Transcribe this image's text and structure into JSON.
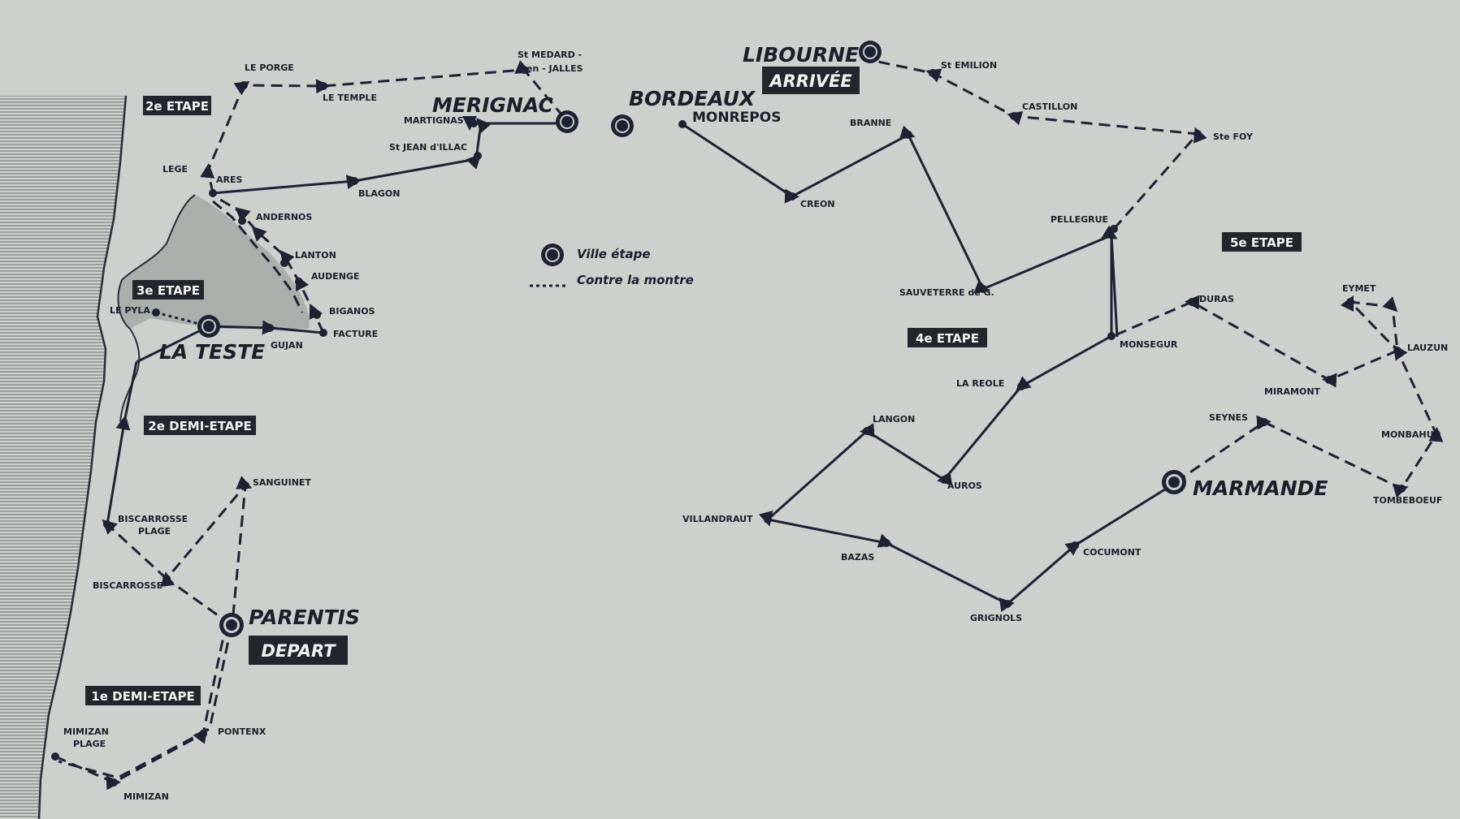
{
  "legend": {
    "ville_etape": "Ville étape",
    "contre_la_montre": "Contre la montre"
  },
  "stages": {
    "etape_2": "2e ETAPE",
    "etape_3": "3e ETAPE",
    "etape_4": "4e ETAPE",
    "etape_5": "5e ETAPE",
    "demi_etape_1": "1e DEMI-ETAPE",
    "demi_etape_2": "2e DEMI-ETAPE"
  },
  "badges": {
    "depart": "DEPART",
    "arrivee": "ARRIVÉE"
  },
  "cities_major": {
    "merignac": "MERIGNAC",
    "bordeaux": "BORDEAUX",
    "libourne": "LIBOURNE",
    "la_teste": "LA TESTE",
    "parentis": "PARENTIS",
    "marmande": "MARMANDE"
  },
  "towns": {
    "le_porge": "LE PORGE",
    "le_temple": "LE TEMPLE",
    "st_medard_1": "St MEDARD -",
    "st_medard_2": "en - JALLES",
    "martignas": "MARTIGNAS",
    "st_jean_dillac": "St JEAN d'ILLAC",
    "lege": "LEGE",
    "ares": "ARES",
    "blagon": "BLAGON",
    "andernos": "ANDERNOS",
    "lanton": "LANTON",
    "audenge": "AUDENGE",
    "biganos": "BIGANOS",
    "facture": "FACTURE",
    "gujan": "GUJAN",
    "le_pyla": "LE PYLA",
    "sanguinet": "SANGUINET",
    "biscarrosse_plage_1": "BISCARROSSE",
    "biscarrosse_plage_2": "PLAGE",
    "biscarrosse": "BISCARROSSE",
    "pontenx": "PONTENX",
    "mimizan_plage_1": "MIMIZAN",
    "mimizan_plage_2": "PLAGE",
    "mimizan": "MIMIZAN",
    "monrepos": "MONREPOS",
    "branne": "BRANNE",
    "creon": "CREON",
    "st_emilion": "St EMILION",
    "castillon": "CASTILLON",
    "ste_foy": "Ste FOY",
    "pellegrue": "PELLEGRUE",
    "sauveterre": "SAUVETERRE de G.",
    "monsegur": "MONSEGUR",
    "duras": "DURAS",
    "la_reole": "LA REOLE",
    "langon": "LANGON",
    "auros": "AUROS",
    "villandraut": "VILLANDRAUT",
    "bazas": "BAZAS",
    "grignols": "GRIGNOLS",
    "cocumont": "COCUMONT",
    "seynes": "SEYNES",
    "eymet": "EYMET",
    "lauzun": "LAUZUN",
    "miramont": "MIRAMONT",
    "monbahus": "MONBAHUS",
    "tombeboeuf": "TOMBEBOEUF"
  },
  "colors": {
    "paper": "#c9ccc9",
    "ink": "#1f2233",
    "badge_bg": "#23252c",
    "badge_text": "#f2f2f2"
  }
}
